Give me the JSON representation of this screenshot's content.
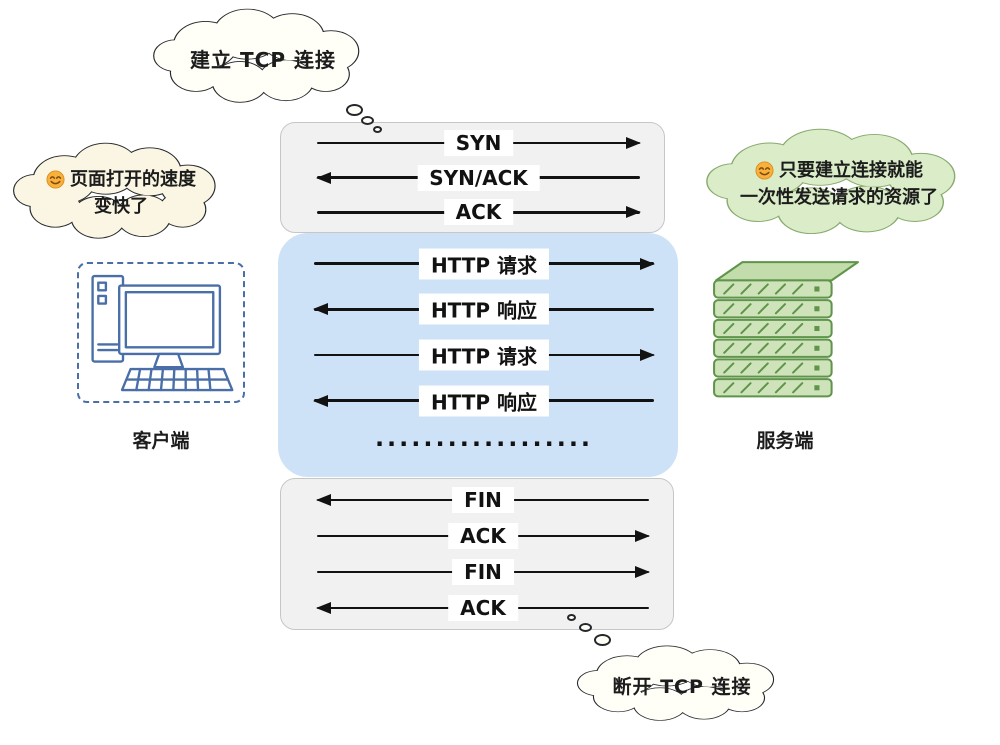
{
  "clouds": {
    "establish": {
      "text": "建立 TCP 连接"
    },
    "client_thought": {
      "lines": [
        "页面打开的速度",
        "变快了"
      ],
      "icon": "smiley-icon"
    },
    "server_thought": {
      "lines": [
        "只要建立连接就能",
        "一次性发送请求的资源了"
      ],
      "icon": "smiley-icon"
    },
    "disconnect": {
      "text": "断开 TCP 连接"
    }
  },
  "boxes": {
    "tcp_setup": {
      "messages": [
        {
          "label": "SYN",
          "dir": "right"
        },
        {
          "label": "SYN/ACK",
          "dir": "left"
        },
        {
          "label": "ACK",
          "dir": "right"
        }
      ]
    },
    "http_exchange": {
      "messages": [
        {
          "label": "HTTP 请求",
          "dir": "right"
        },
        {
          "label": "HTTP 响应",
          "dir": "left"
        },
        {
          "label": "HTTP 请求",
          "dir": "right"
        },
        {
          "label": "HTTP 响应",
          "dir": "left"
        }
      ],
      "ellipsis": "··················"
    },
    "tcp_teardown": {
      "messages": [
        {
          "label": "FIN",
          "dir": "left"
        },
        {
          "label": "ACK",
          "dir": "right"
        },
        {
          "label": "FIN",
          "dir": "right"
        },
        {
          "label": "ACK",
          "dir": "left"
        }
      ]
    }
  },
  "entities": {
    "client": "客户端",
    "server": "服务端"
  },
  "icons": {
    "client": "desktop-computer-icon",
    "server": "server-stack-icon",
    "emotion": "smiley-icon"
  },
  "colors": {
    "http_box": "#cee2f7",
    "tcp_box": "#f1f1f1",
    "green_cloud": "#daecc8",
    "ivory_cloud": "#fbf6e3",
    "white_cloud": "#fffef7",
    "client_blue": "#4a6fa8",
    "server_green": "#5f944b",
    "arrow": "#121212"
  }
}
